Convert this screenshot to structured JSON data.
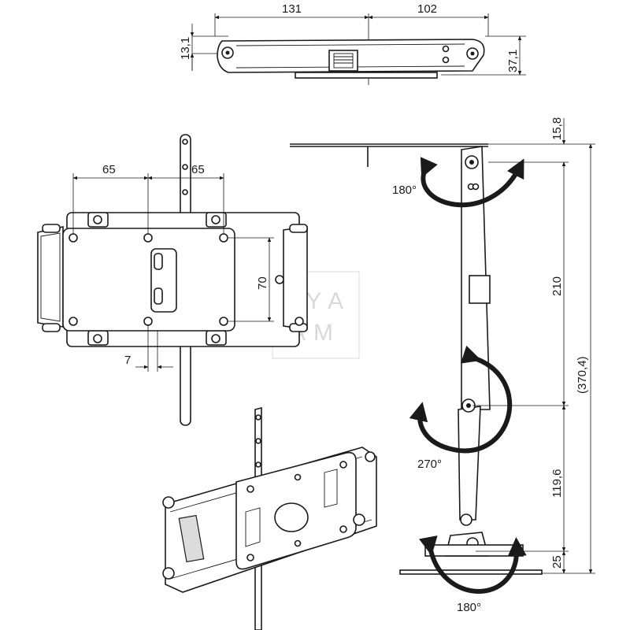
{
  "dimensions": {
    "top_width_left": "131",
    "top_width_right": "102",
    "top_offset": "13,1",
    "top_depth": "37,1",
    "front_hole_left": "65",
    "front_hole_right": "65",
    "front_hole_vertical": "70",
    "front_offset": "7",
    "side_top": "15,8",
    "side_upper_arm": "210",
    "side_total": "(370,4)",
    "side_lower_arm": "119,6",
    "side_base": "25"
  },
  "rotations": {
    "top_joint": "180°",
    "middle_joint": "270°",
    "base_joint": "180°"
  },
  "watermark": {
    "line1": "ZYA",
    "line2": "AM"
  },
  "colors": {
    "line": "#1a1a1a",
    "shade": "#dcdcdc",
    "watermark": "#d9d9d9"
  }
}
